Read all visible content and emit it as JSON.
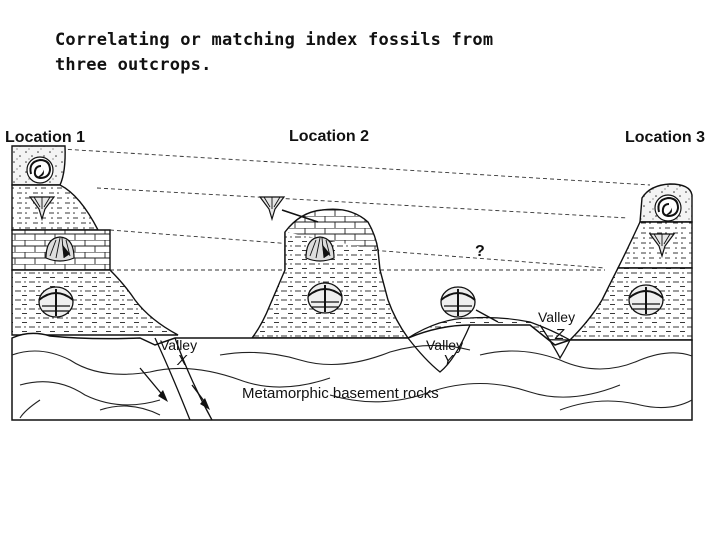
{
  "caption": {
    "line1": "Correlating or matching index fossils from",
    "line2": "three outcrops."
  },
  "diagram": {
    "locations": [
      "Location 1",
      "Location 2",
      "Location 3"
    ],
    "valleys": [
      {
        "word": "Valley",
        "letter": "X"
      },
      {
        "word": "Valley",
        "letter": "Y"
      },
      {
        "word": "Valley",
        "letter": "Z"
      }
    ],
    "question_mark": "?",
    "basement_label": "Metamorphic basement rocks",
    "colors": {
      "ink": "#111111",
      "paper": "#ffffff",
      "stipple": "#f2f2f2"
    },
    "fossil_icons": [
      "ammonite-icon",
      "crinoid-icon",
      "brachiopod-icon",
      "trilobite-icon"
    ]
  }
}
